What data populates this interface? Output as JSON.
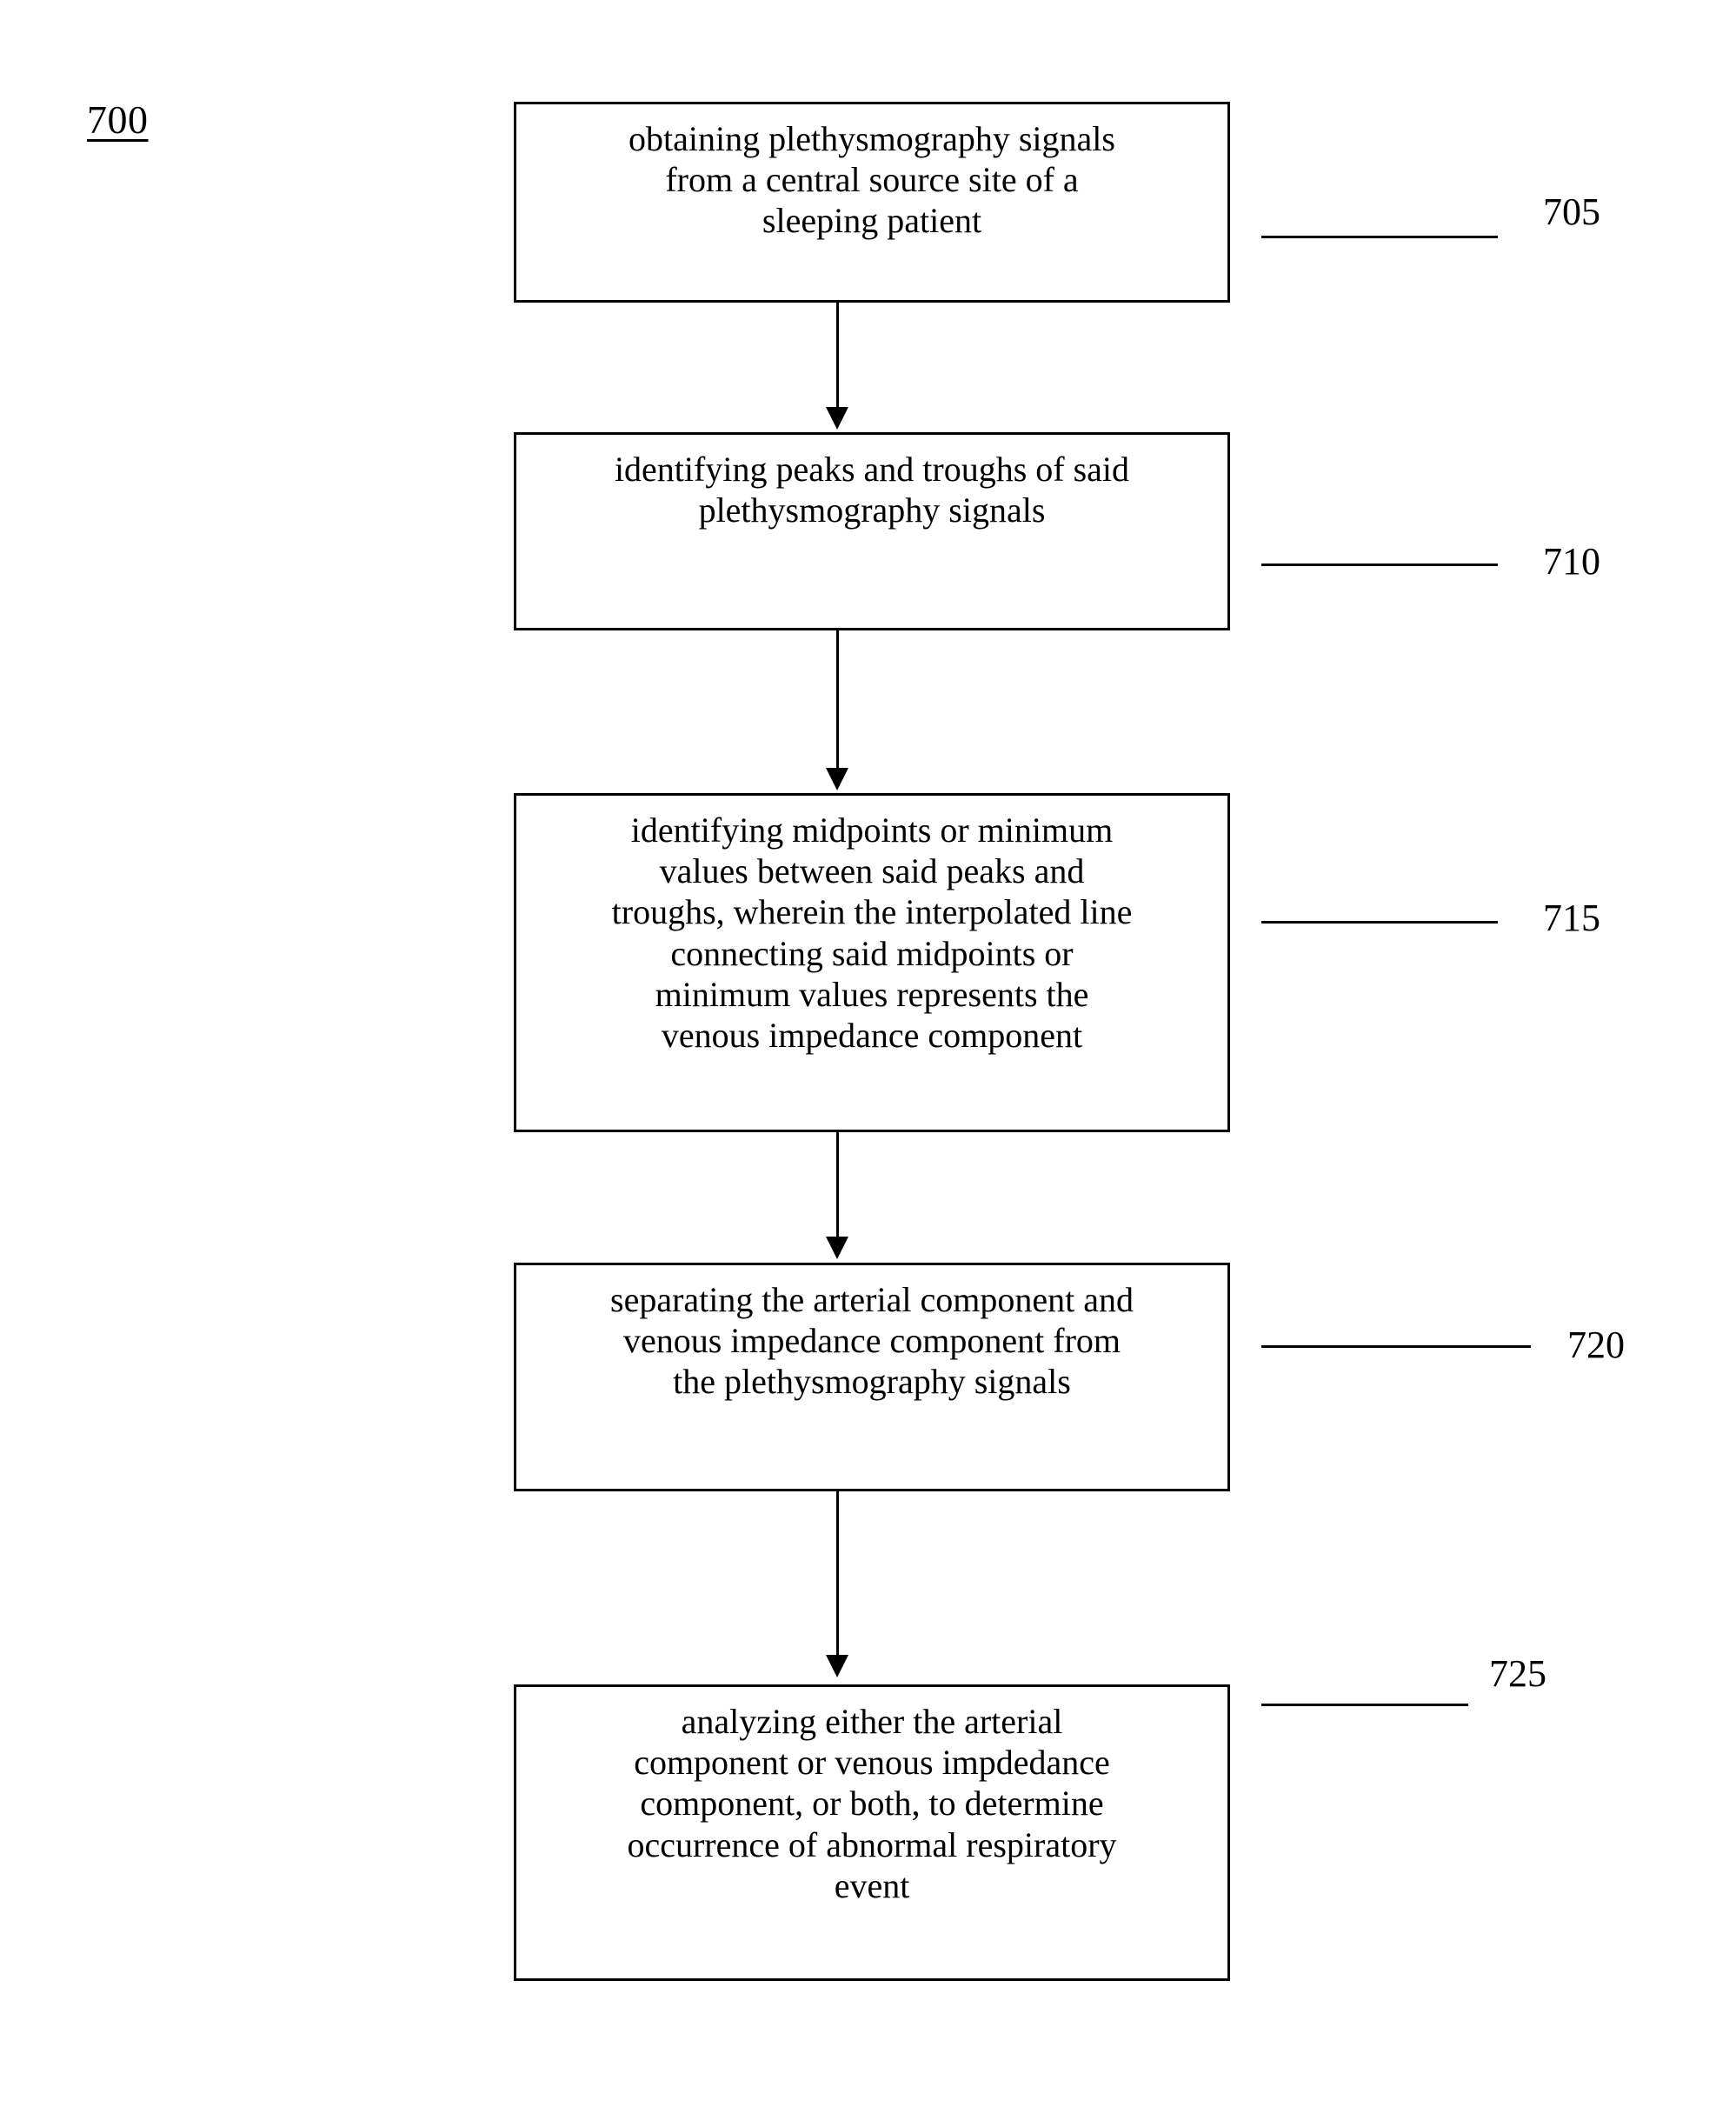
{
  "figure": {
    "number": "700",
    "type": "flowchart",
    "orientation": "vertical-top-to-bottom"
  },
  "steps": [
    {
      "ref": "705",
      "text": "obtaining plethysmography signals\nfrom a central source site of a\nsleeping patient"
    },
    {
      "ref": "710",
      "text": "identifying peaks and troughs of said\nplethysmography signals"
    },
    {
      "ref": "715",
      "text": "identifying midpoints or minimum\nvalues between said peaks and\ntroughs, wherein the interpolated line\nconnecting said midpoints or\nminimum values represents the\nvenous impedance component"
    },
    {
      "ref": "720",
      "text": "separating the arterial component and\nvenous impedance component from\nthe plethysmography signals"
    },
    {
      "ref": "725",
      "text": "analyzing either the arterial\ncomponent or venous impdedance\ncomponent, or both, to determine\noccurrence of abnormal respiratory\nevent"
    }
  ],
  "colors": {
    "stroke": "#000000",
    "fill": "#ffffff",
    "text": "#000000"
  }
}
